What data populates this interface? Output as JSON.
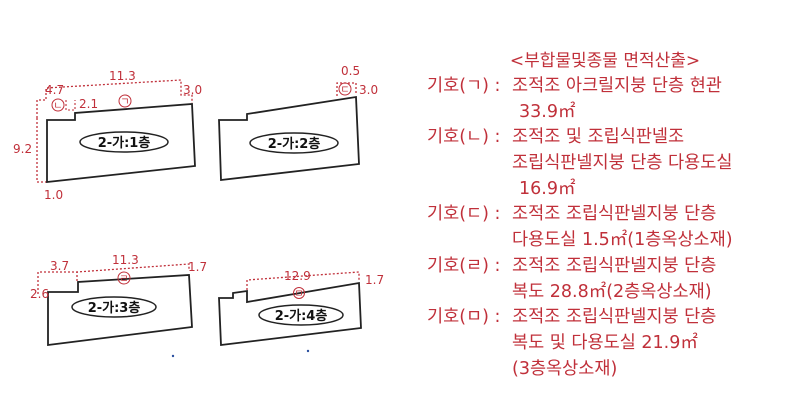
{
  "colors": {
    "annotation": "#c0303a",
    "outline": "#222222",
    "background": "#ffffff"
  },
  "diagrams": [
    {
      "floor_label": "2-가:1층",
      "dims": [
        "4.7",
        "11.3",
        "3.0",
        "2.1",
        "9.2",
        "1.0"
      ],
      "markers": [
        "ㄴ",
        "ㄱ"
      ]
    },
    {
      "floor_label": "2-가:2층",
      "dims": [
        "0.5",
        "3.0"
      ],
      "markers": [
        "ㄷ"
      ]
    },
    {
      "floor_label": "2-가:3층",
      "dims": [
        "3.7",
        "11.3",
        "1.7",
        "2.6"
      ],
      "markers": [
        "ㄹ"
      ]
    },
    {
      "floor_label": "2-가:4층",
      "dims": [
        "12.9",
        "1.7"
      ],
      "markers": [
        "ㅁ"
      ]
    }
  ],
  "legend": {
    "title": "<부합물및종물 면적산출>",
    "entries": [
      {
        "label": "기호(ㄱ) :",
        "lines": [
          "조적조 아크릴지붕 단층 현관",
          "33.9㎡"
        ]
      },
      {
        "label": "기호(ㄴ) :",
        "lines": [
          "조적조 및 조립식판넬조",
          "조립식판넬지붕 단층 다용도실",
          "16.9㎡"
        ]
      },
      {
        "label": "기호(ㄷ) :",
        "lines": [
          "조적조 조립식판넬지붕 단층",
          "다용도실 1.5㎡(1층옥상소재)"
        ]
      },
      {
        "label": "기호(ㄹ) :",
        "lines": [
          "조적조 조립식판넬지붕 단층",
          "복도 28.8㎡(2층옥상소재)"
        ]
      },
      {
        "label": "기호(ㅁ) :",
        "lines": [
          "조적조 조립식판넬지붕 단층",
          "복도 및 다용도실 21.9㎡",
          "(3층옥상소재)"
        ]
      }
    ]
  }
}
